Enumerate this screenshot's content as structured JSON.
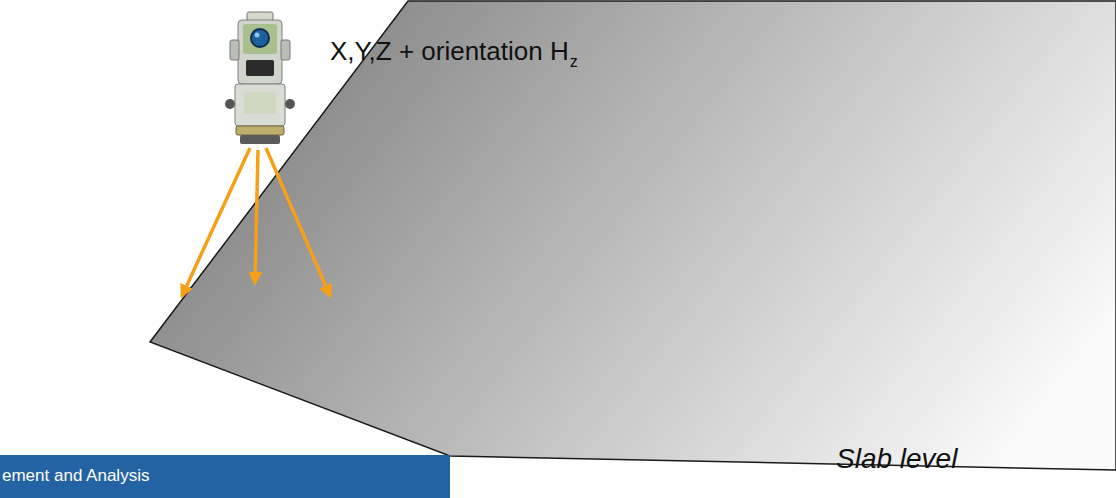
{
  "diagram": {
    "labels": [
      "X,Y,Z + orientation H",
      "z",
      "Slab level",
      "ement and Analysis"
    ]
  }
}
